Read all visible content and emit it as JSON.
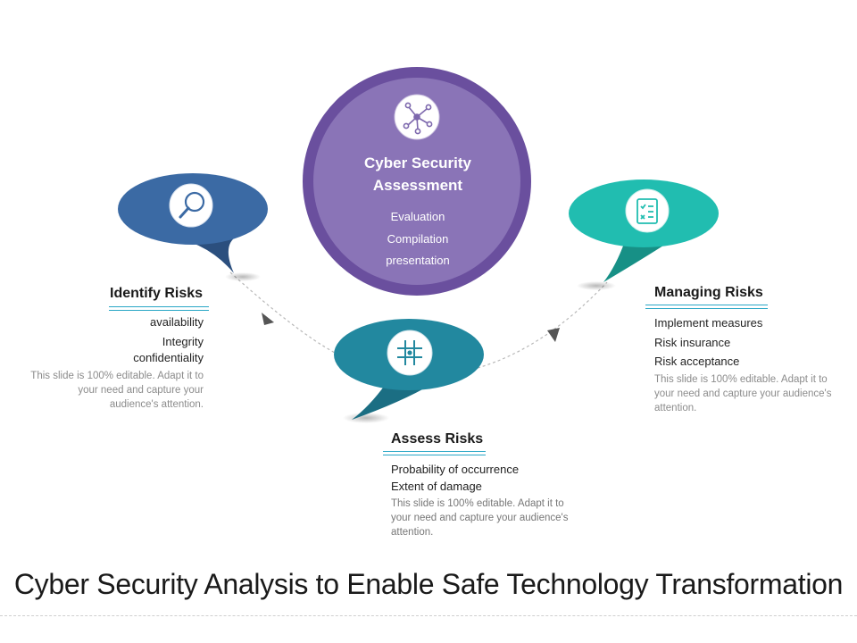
{
  "title": "Cyber Security Analysis to Enable Safe Technology Transformation",
  "colors": {
    "purple": "#7d68ad",
    "purple_ring": "#6a4f9e",
    "blue": "#3b6aa4",
    "blue_dark": "#2b4f7e",
    "teal_blue": "#22889f",
    "teal_blue_dark": "#1b6e83",
    "teal": "#21bdb0",
    "teal_dark": "#179086",
    "underline": "#2aa7c6"
  },
  "center": {
    "title_line1": "Cyber Security",
    "title_line2": "Assessment",
    "items": [
      "Evaluation",
      "Compilation",
      "presentation"
    ],
    "icon": "network-icon"
  },
  "identify": {
    "heading": "Identify Risks",
    "items": [
      "availability",
      "Integrity",
      "confidentiality"
    ],
    "note": "This slide is 100% editable. Adapt it to your need and capture your audience's attention.",
    "icon": "magnifier-icon"
  },
  "assess": {
    "heading": "Assess Risks",
    "items": [
      "Probability of occurrence",
      "Extent of damage"
    ],
    "note": "This slide is 100% editable. Adapt it to your need and capture your audience's attention.",
    "icon": "grid-icon"
  },
  "managing": {
    "heading": "Managing  Risks",
    "items": [
      "Implement measures",
      "Risk insurance",
      "Risk acceptance"
    ],
    "note": "This slide is 100% editable. Adapt it to your need and capture your audience's attention.",
    "icon": "checklist-icon"
  }
}
